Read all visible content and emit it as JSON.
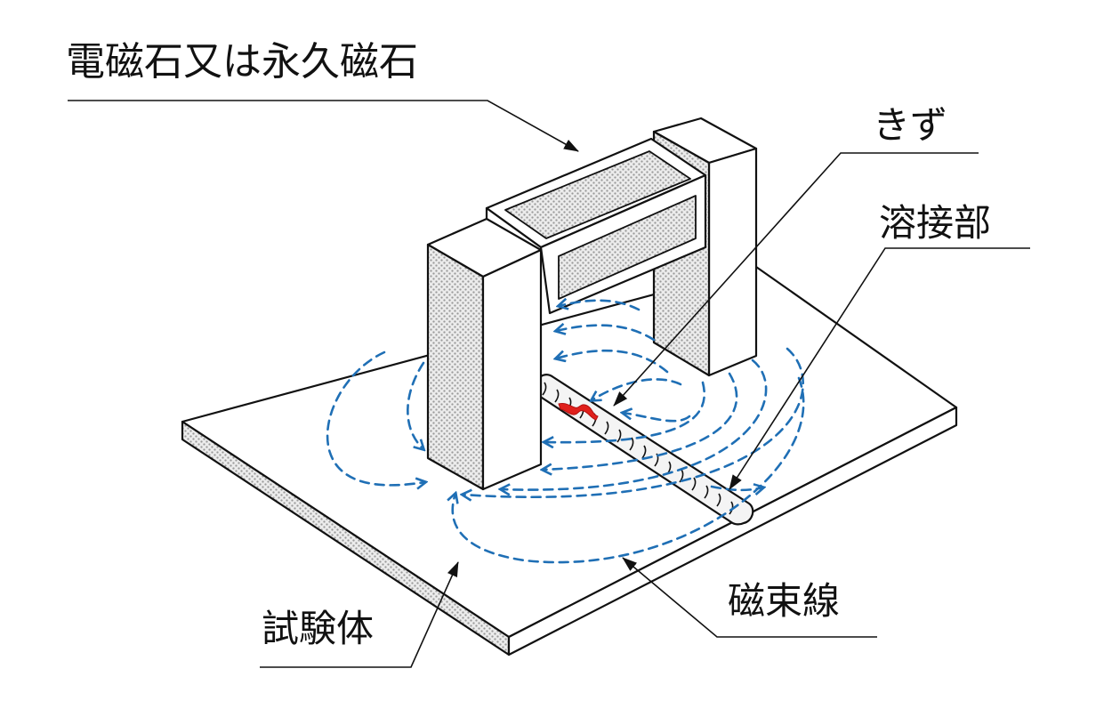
{
  "labels": {
    "magnet": "電磁石又は永久磁石",
    "flaw": "きず",
    "weld": "溶接部",
    "flux_lines": "磁束線",
    "specimen": "試験体"
  },
  "colors": {
    "outline": "#111111",
    "dot_fill": "#b9b9b9",
    "flux_line": "#1f6fb5",
    "flaw": "#e0201c",
    "background": "#ffffff"
  }
}
